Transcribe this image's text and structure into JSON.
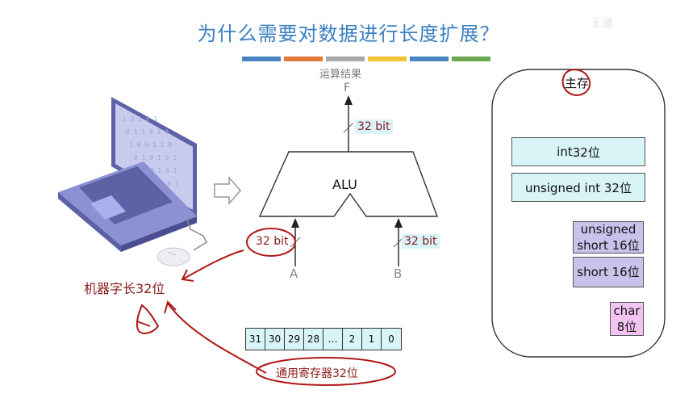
{
  "title": "为什么需要对数据进行长度扩展？",
  "watermark": "王道",
  "colors": {
    "title": "#3a7fc0",
    "red": "#b01818",
    "cyan": "#d8f4f7",
    "purple": "#c9c3ec",
    "pink": "#f3c4f1"
  },
  "divider_colors": [
    "#4a86c4",
    "#e07b3a",
    "#a8a8a8",
    "#f1c232",
    "#4a86c4",
    "#6aa84f"
  ],
  "alu": {
    "result_label": "运算结果",
    "output": "F",
    "name": "ALU",
    "input_a": "A",
    "input_b": "B",
    "output_width": "32 bit",
    "a_width": "32 bit",
    "b_width": "32 bit"
  },
  "computer": {
    "word_length": "机器字长32位",
    "annotation": "?"
  },
  "register": {
    "cells": [
      "31",
      "30",
      "29",
      "28",
      "…",
      "2",
      "1",
      "0"
    ],
    "label": "通用寄存器32位"
  },
  "memory": {
    "title": "主存",
    "int_prefix": "int",
    "int_size": "32位",
    "unsigned_int": "unsigned int 32位",
    "unsigned_short_line1": "unsigned",
    "unsigned_short_line2": "short 16位",
    "short": "short 16位",
    "char_line1": "char",
    "char_line2": "8位"
  }
}
